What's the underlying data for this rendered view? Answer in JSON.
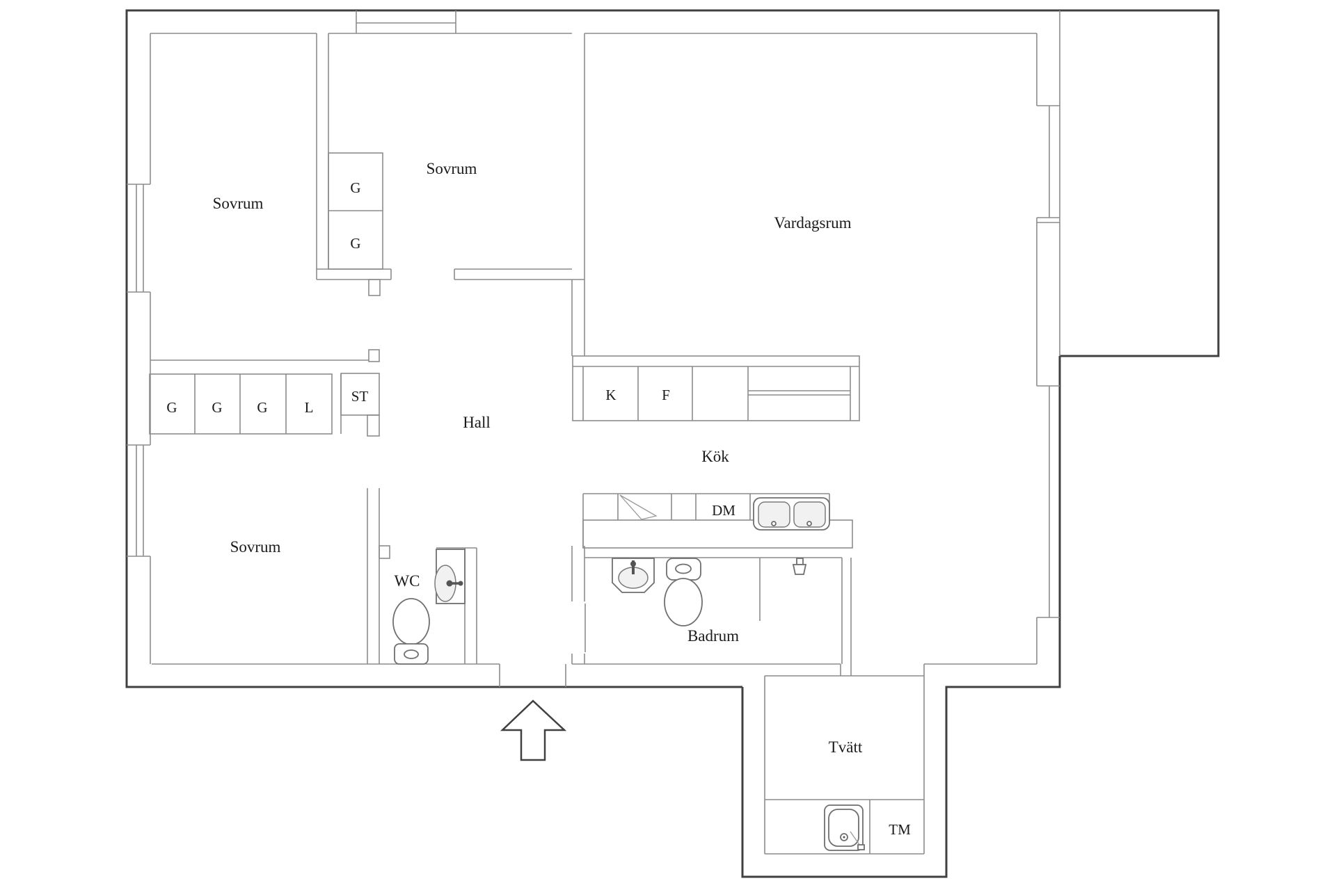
{
  "plan": {
    "rooms": {
      "bedroom_top_left": "Sovrum",
      "bedroom_top_middle": "Sovrum",
      "living_room": "Vardagsrum",
      "hall": "Hall",
      "kitchen": "Kök",
      "bedroom_bottom_left": "Sovrum",
      "wc": "WC",
      "bathroom": "Badrum",
      "laundry": "Tvätt"
    },
    "closets": {
      "g1": "G",
      "g2": "G",
      "g3": "G",
      "g4": "G",
      "g5": "G",
      "linen": "L",
      "cleaning": "ST"
    },
    "appliances": {
      "fridge": "K",
      "freezer": "F",
      "dishwasher": "DM",
      "washing_machine": "TM"
    },
    "colors": {
      "outer_wall": "#404040",
      "inner_wall": "#8c8c8c",
      "text": "#1b1b1b",
      "background": "#ffffff"
    }
  }
}
